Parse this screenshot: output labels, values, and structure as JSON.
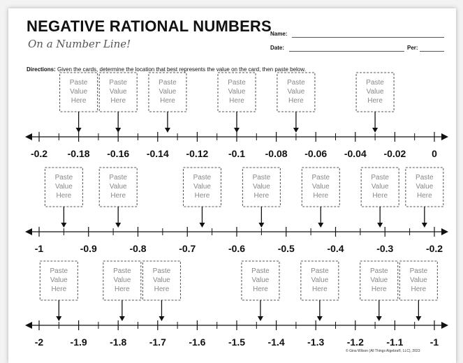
{
  "worksheet": {
    "title": "NEGATIVE RATIONAL NUMBERS",
    "subtitle": "On a Number Line!",
    "name_label": "Name:",
    "date_label": "Date:",
    "period_label": "Per:",
    "directions_label": "Directions:",
    "directions_text": "Given the cards, determine the location that best represents the value on the card, then paste below.",
    "card_text": [
      "Paste",
      "Value",
      "Here"
    ],
    "copyright": "© Gina Wilson (All Things Algebra®, LLC), 2023"
  },
  "number_lines": [
    {
      "labels": [
        "-0.2",
        "-0.18",
        "-0.16",
        "-0.14",
        "-0.12",
        "-0.1",
        "-0.08",
        "-0.06",
        "-0.04",
        "-0.02",
        "0"
      ],
      "card_positions": [
        -0.18,
        -0.16,
        -0.135,
        -0.1,
        -0.07,
        -0.03
      ]
    },
    {
      "labels": [
        "-1",
        "-0.9",
        "-0.8",
        "-0.7",
        "-0.6",
        "-0.5",
        "-0.4",
        "-0.3",
        "-0.2"
      ],
      "card_positions": [
        -0.95,
        -0.84,
        -0.67,
        -0.55,
        -0.43,
        -0.31,
        -0.22
      ]
    },
    {
      "labels": [
        "-2",
        "-1.9",
        "-1.8",
        "-1.7",
        "-1.6",
        "-1.5",
        "-1.4",
        "-1.3",
        "-1.2",
        "-1.1",
        "-1"
      ],
      "card_positions": [
        -1.95,
        -1.79,
        -1.69,
        -1.44,
        -1.29,
        -1.14,
        -1.04
      ]
    }
  ]
}
